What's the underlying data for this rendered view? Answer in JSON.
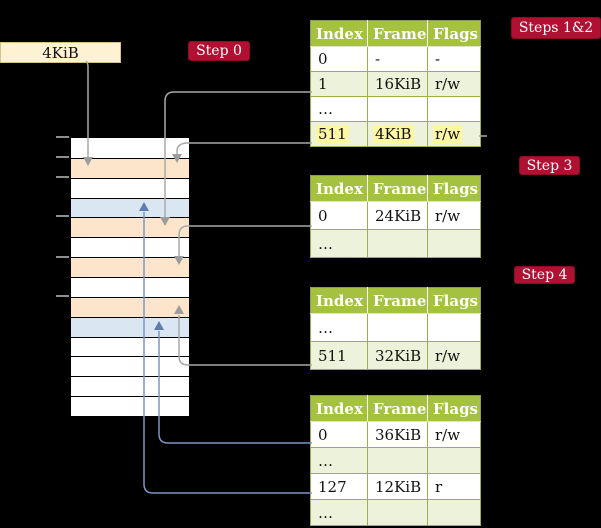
{
  "frame_label": {
    "text": "4KiB"
  },
  "badges": {
    "step0": {
      "label": "Step 0"
    },
    "steps12": {
      "label": "Steps 1&2"
    },
    "step3": {
      "label": "Step 3"
    },
    "step4": {
      "label": "Step 4"
    }
  },
  "memory": {
    "rows": [
      "white",
      "peach",
      "white",
      "blue",
      "peach",
      "white",
      "peach",
      "white",
      "peach",
      "blue",
      "white",
      "white",
      "white",
      "white"
    ]
  },
  "tables": [
    {
      "headers": [
        "Index",
        "Frame",
        "Flags"
      ],
      "rows": [
        {
          "index": "0",
          "frame": "-",
          "flags": "-",
          "tint": "white"
        },
        {
          "index": "1",
          "frame": "16KiB",
          "flags": "r/w",
          "tint": "green_tint"
        },
        {
          "index": "…",
          "frame": "",
          "flags": "",
          "tint": "white"
        },
        {
          "index": "511",
          "frame": "4KiB",
          "flags": "r/w",
          "tint": "green_tint",
          "hl": "highlight"
        }
      ]
    },
    {
      "headers": [
        "Index",
        "Frame",
        "Flags"
      ],
      "rows": [
        {
          "index": "0",
          "frame": "24KiB",
          "flags": "r/w",
          "tint": "white"
        },
        {
          "index": "…",
          "frame": "",
          "flags": "",
          "tint": "green_tint"
        }
      ]
    },
    {
      "headers": [
        "Index",
        "Frame",
        "Flags"
      ],
      "rows": [
        {
          "index": "…",
          "frame": "",
          "flags": "",
          "tint": "white"
        },
        {
          "index": "511",
          "frame": "32KiB",
          "flags": "r/w",
          "tint": "green_tint"
        }
      ]
    },
    {
      "headers": [
        "Index",
        "Frame",
        "Flags"
      ],
      "rows": [
        {
          "index": "0",
          "frame": "36KiB",
          "flags": "r/w",
          "tint": "white"
        },
        {
          "index": "…",
          "frame": "",
          "flags": "",
          "tint": "green_tint"
        },
        {
          "index": "127",
          "frame": "12KiB",
          "flags": "r",
          "tint": "white"
        },
        {
          "index": "…",
          "frame": "",
          "flags": "",
          "tint": "green_tint"
        }
      ]
    }
  ],
  "connectors": [
    {
      "from": "frame-label-4KiB",
      "to": "memory-row-2",
      "color": "gray"
    },
    {
      "from": "table1-row-1-16KiB",
      "to": "memory-row-5",
      "color": "gray"
    },
    {
      "from": "table1-row-511-4KiB",
      "to": "memory-row-2",
      "color": "gray"
    },
    {
      "from": "table2-row-0-24KiB",
      "to": "memory-row-7",
      "color": "gray"
    },
    {
      "from": "table3-row-511-32KiB",
      "to": "memory-row-9",
      "color": "gray"
    },
    {
      "from": "table4-row-0-36KiB",
      "to": "memory-row-10",
      "color": "blue"
    },
    {
      "from": "table4-row-127-12KiB",
      "to": "memory-row-4",
      "color": "blue"
    }
  ],
  "colors": {
    "white": "#ffffff",
    "peach": "#fce5ca",
    "blue": "#dbe6f3",
    "green_tint": "#edf2da",
    "highlight": "#fdf6a3",
    "header_green": "#a4c13f",
    "badge_red": "#b01032",
    "cream": "#fdf3d2",
    "gray_line": "#a9a9a9",
    "blue_line": "#7b96c6"
  }
}
